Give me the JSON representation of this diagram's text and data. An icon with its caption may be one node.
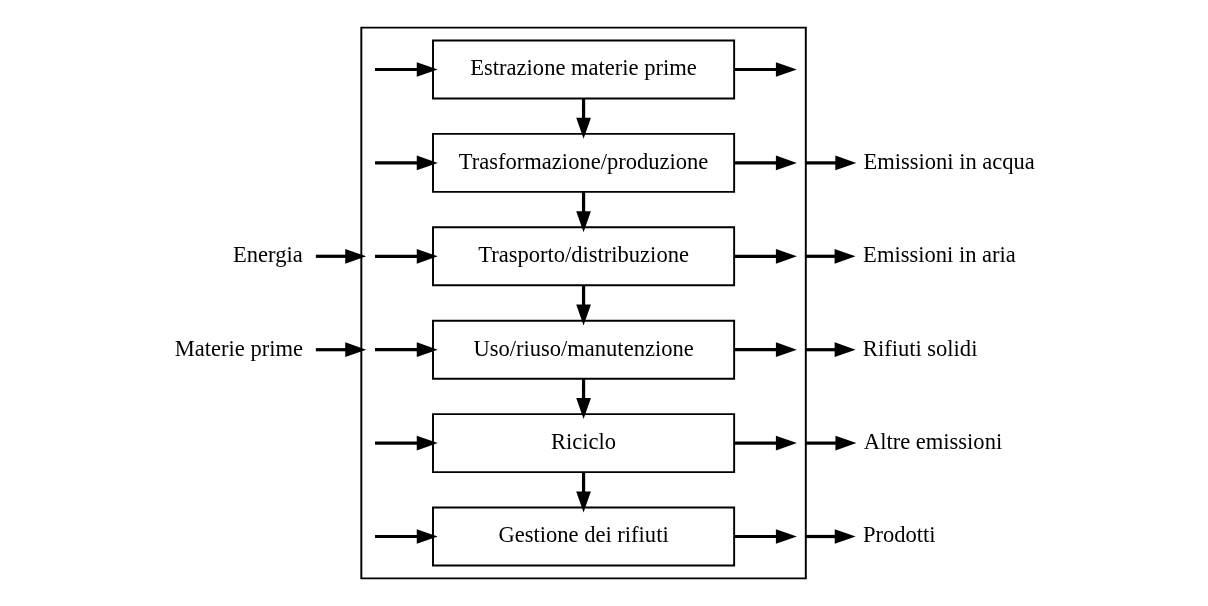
{
  "diagram": {
    "nodes": [
      {
        "text": [],
        "shape": "box"
      },
      {
        "text": [
          "Estrazione materie prime"
        ],
        "in": 0
      },
      {
        "text": [
          "Trasformazione/produzione"
        ],
        "in": 0
      },
      {
        "text": [
          "Trasporto/distribuzione"
        ],
        "in": 0
      },
      {
        "text": [
          "Uso/riuso/manutenzione"
        ],
        "in": 0
      },
      {
        "text": [
          "Riciclo"
        ],
        "in": 0
      },
      {
        "text": [
          "Gestione dei rifiuti"
        ],
        "in": 0
      },
      {
        "text": [
          "Energia"
        ]
      },
      {
        "text": [
          "Materie prime"
        ]
      },
      {
        "text": [
          "Emissioni in acqua"
        ]
      },
      {
        "text": [
          "Emissioni in aria"
        ]
      },
      {
        "text": [
          "Rifiuti solidi"
        ]
      },
      {
        "text": [
          "Altre emissioni"
        ]
      },
      {
        "text": [
          "Prodotti"
        ]
      }
    ],
    "edges": [
      {
        "from": 7,
        "to": 0,
        "arrow": "to"
      },
      {
        "from": 8,
        "to": 0,
        "arrow": "to"
      },
      {
        "from": null,
        "to": 1,
        "arrow": "to"
      },
      {
        "from": null,
        "to": 2,
        "arrow": "to"
      },
      {
        "from": null,
        "to": 3,
        "arrow": "to"
      },
      {
        "from": null,
        "to": 4,
        "arrow": "to"
      },
      {
        "from": null,
        "to": 5,
        "arrow": "to"
      },
      {
        "from": null,
        "to": 6,
        "arrow": "to"
      },
      {
        "from": 1,
        "to": 2,
        "arrow": "to"
      },
      {
        "from": 2,
        "to": 3,
        "arrow": "to"
      },
      {
        "from": 3,
        "to": 4,
        "arrow": "to"
      },
      {
        "from": 4,
        "to": 5,
        "arrow": "to"
      },
      {
        "from": 5,
        "to": 6,
        "arrow": "to"
      },
      {
        "from": 1,
        "to": null,
        "arrow": "to"
      },
      {
        "from": 2,
        "to": null,
        "arrow": "to"
      },
      {
        "from": 3,
        "to": null,
        "arrow": "to"
      },
      {
        "from": 4,
        "to": null,
        "arrow": "to"
      },
      {
        "from": 5,
        "to": null,
        "arrow": "to"
      },
      {
        "from": 6,
        "to": null,
        "arrow": "to"
      },
      {
        "from": 0,
        "to": 9,
        "arrow": "to"
      },
      {
        "from": 0,
        "to": 10,
        "arrow": "to"
      },
      {
        "from": 0,
        "to": 11,
        "arrow": "to"
      },
      {
        "from": 0,
        "to": 12,
        "arrow": "to"
      },
      {
        "from": 0,
        "to": 13,
        "arrow": "to"
      }
    ]
  }
}
